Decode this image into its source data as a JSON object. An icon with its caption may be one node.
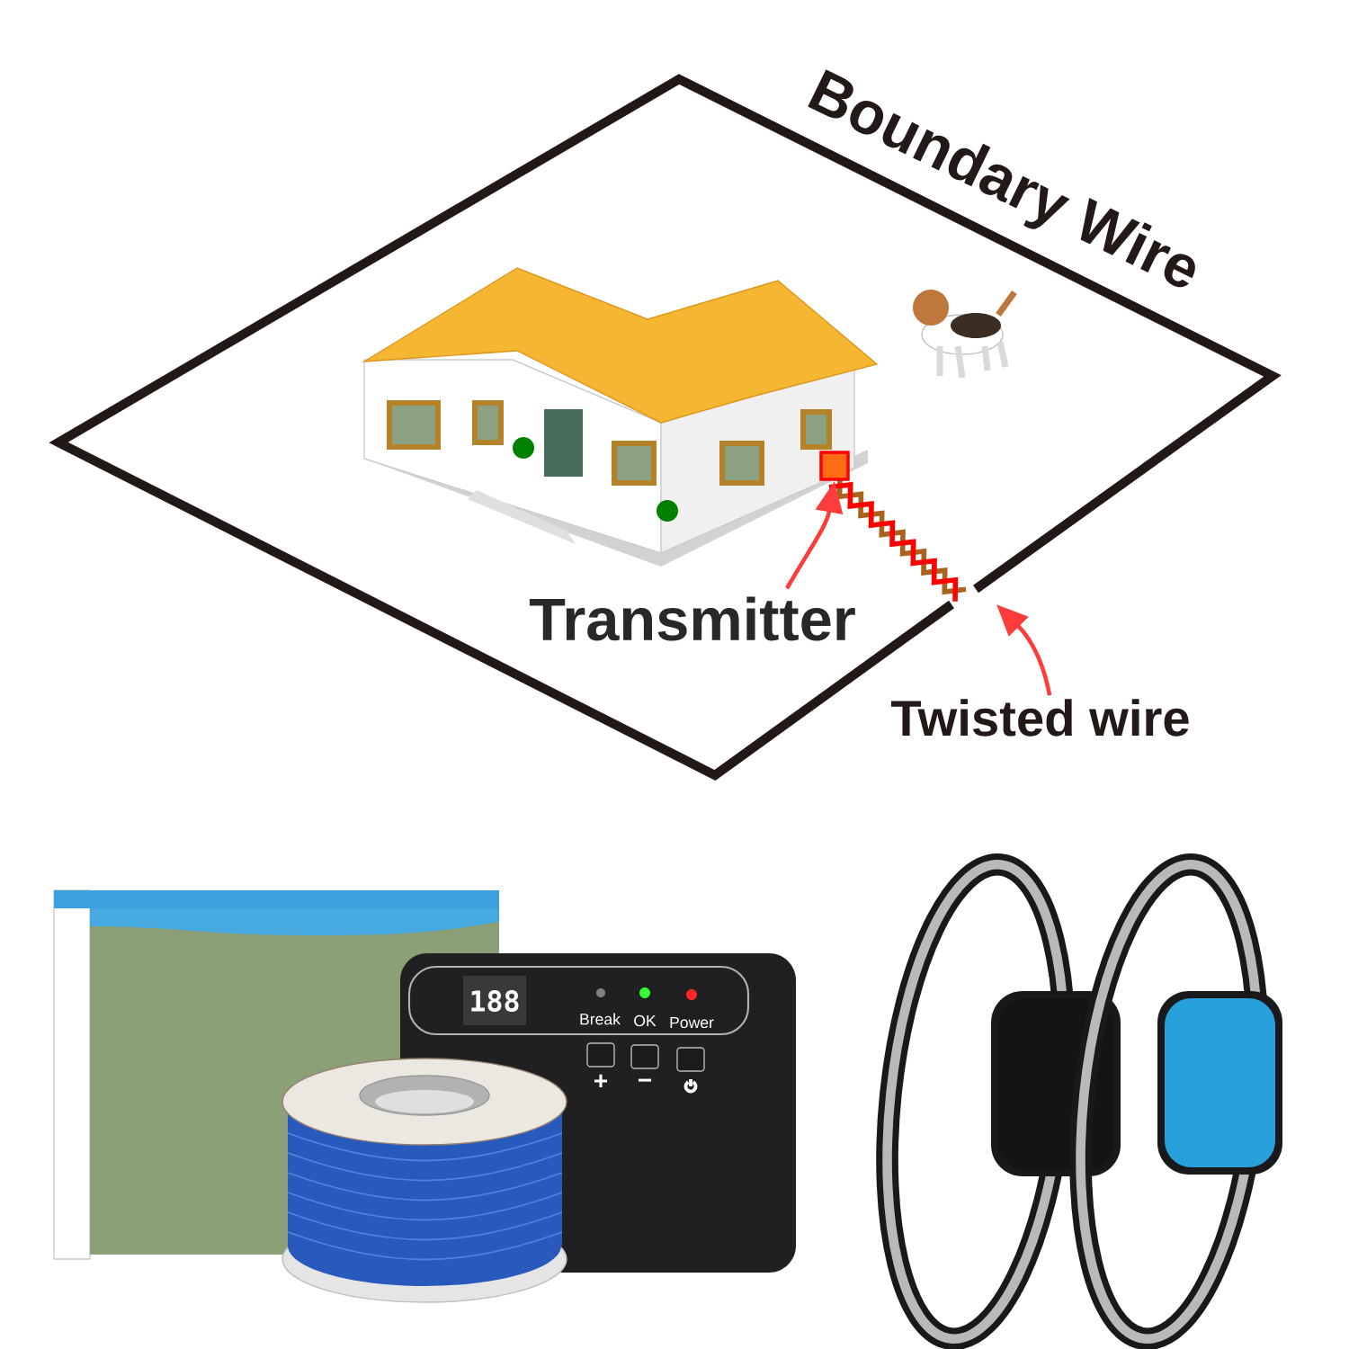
{
  "diagram": {
    "nodes": [
      {
        "text": [
          "Transmitter"
        ]
      },
      {
        "text": [],
        "shape": "box"
      },
      {
        "text": [
          "Twisted wire"
        ]
      }
    ],
    "edges": [
      {
        "from": 0,
        "to": 1,
        "arrow": "to"
      },
      {
        "from": 2,
        "to": null,
        "arrow": "to"
      }
    ],
    "labels": [
      "Boundary Wire",
      "188",
      "Break",
      "OK",
      "Power",
      "+",
      "−"
    ]
  }
}
